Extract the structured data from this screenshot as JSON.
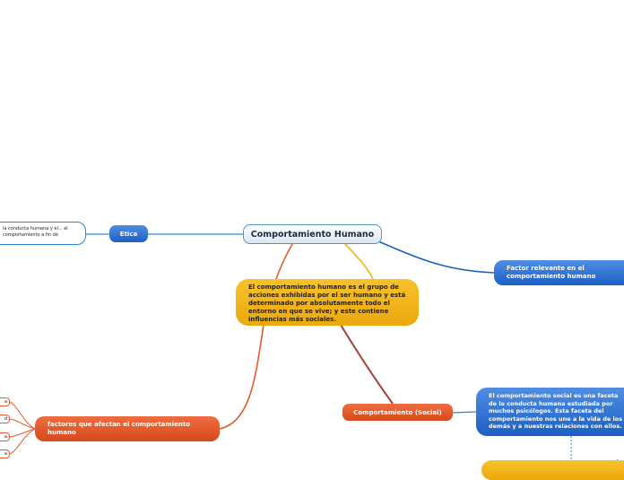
{
  "central": {
    "title": "Comportamiento Humano"
  },
  "etica": {
    "label": "Etica",
    "description": "la conducta humana y el... el comportamiento a fin de"
  },
  "factor_relevante": {
    "label": "Factor relevante en el comportamiento humano"
  },
  "definicion": {
    "text": "El comportamiento humano es el grupo de acciones exhibidas por el ser humano y está determinado por absolutamente todo el entorno en que se vive; y este contiene influencias más sociales."
  },
  "social": {
    "label": "Comportamiento (Social)",
    "description": "El comportamiento social es una faceta de la conducta humana estudiada por muchos psicólogos. Esta faceta del comportamiento nos une a la vida de los demás y a nuestras relaciones con ellos."
  },
  "factores": {
    "label": "factores que afectan el comportamiento humano",
    "leaves": [
      "a",
      "d",
      "a",
      "a"
    ]
  },
  "colors": {
    "blue_line": "#2a8ad4",
    "orange_line": "#e25a2b",
    "yellow_line": "#f0b417",
    "brown_line": "#a3423a"
  }
}
